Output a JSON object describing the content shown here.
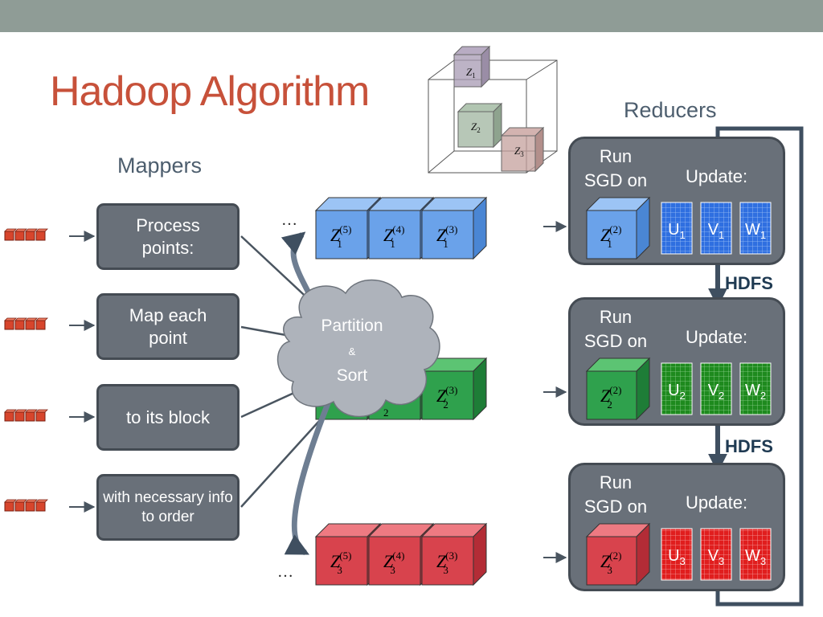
{
  "slide": {
    "title": "Hadoop Algorithm",
    "mappers_label": "Mappers",
    "reducers_label": "Reducers"
  },
  "mappers": [
    {
      "text": "Process points:"
    },
    {
      "text": "Map each point"
    },
    {
      "text": "to its block"
    },
    {
      "text": "with necessary info to order"
    }
  ],
  "partition": {
    "line1": "Partition",
    "amp": "&",
    "line2": "Sort"
  },
  "blocks": {
    "Z": "Z",
    "row1": {
      "sub": "1",
      "sups": [
        "(5)",
        "(4)",
        "(3)"
      ]
    },
    "row2": {
      "sub": "2",
      "sups": [
        "(3)"
      ],
      "partial_sub": "2"
    },
    "row3": {
      "sub": "3",
      "sups": [
        "(5)",
        "(4)",
        "(3)"
      ]
    },
    "ellipsis": "…",
    "cube_labels": [
      "Z1",
      "Z2",
      "Z3"
    ]
  },
  "reducers": [
    {
      "run": "Run",
      "sgd": "SGD on",
      "update": "Update:",
      "block_sub": "1",
      "block_sup": "(2)",
      "u": "U",
      "v": "V",
      "w": "W",
      "idx": "1",
      "color": "#2f6fe0"
    },
    {
      "run": "Run",
      "sgd": "SGD on",
      "update": "Update:",
      "block_sub": "2",
      "block_sup": "(2)",
      "u": "U",
      "v": "V",
      "w": "W",
      "idx": "2",
      "color": "#1e8a1e"
    },
    {
      "run": "Run",
      "sgd": "SGD on",
      "update": "Update:",
      "block_sub": "3",
      "block_sup": "(2)",
      "u": "U",
      "v": "V",
      "w": "W",
      "idx": "3",
      "color": "#e01e1e"
    }
  ],
  "hdfs": [
    "HDFS",
    "HDFS"
  ],
  "colors": {
    "accent_title": "#c7513a",
    "blue_block": "#6aa2ea",
    "green_block": "#2fa14d",
    "red_block": "#d8434d"
  }
}
